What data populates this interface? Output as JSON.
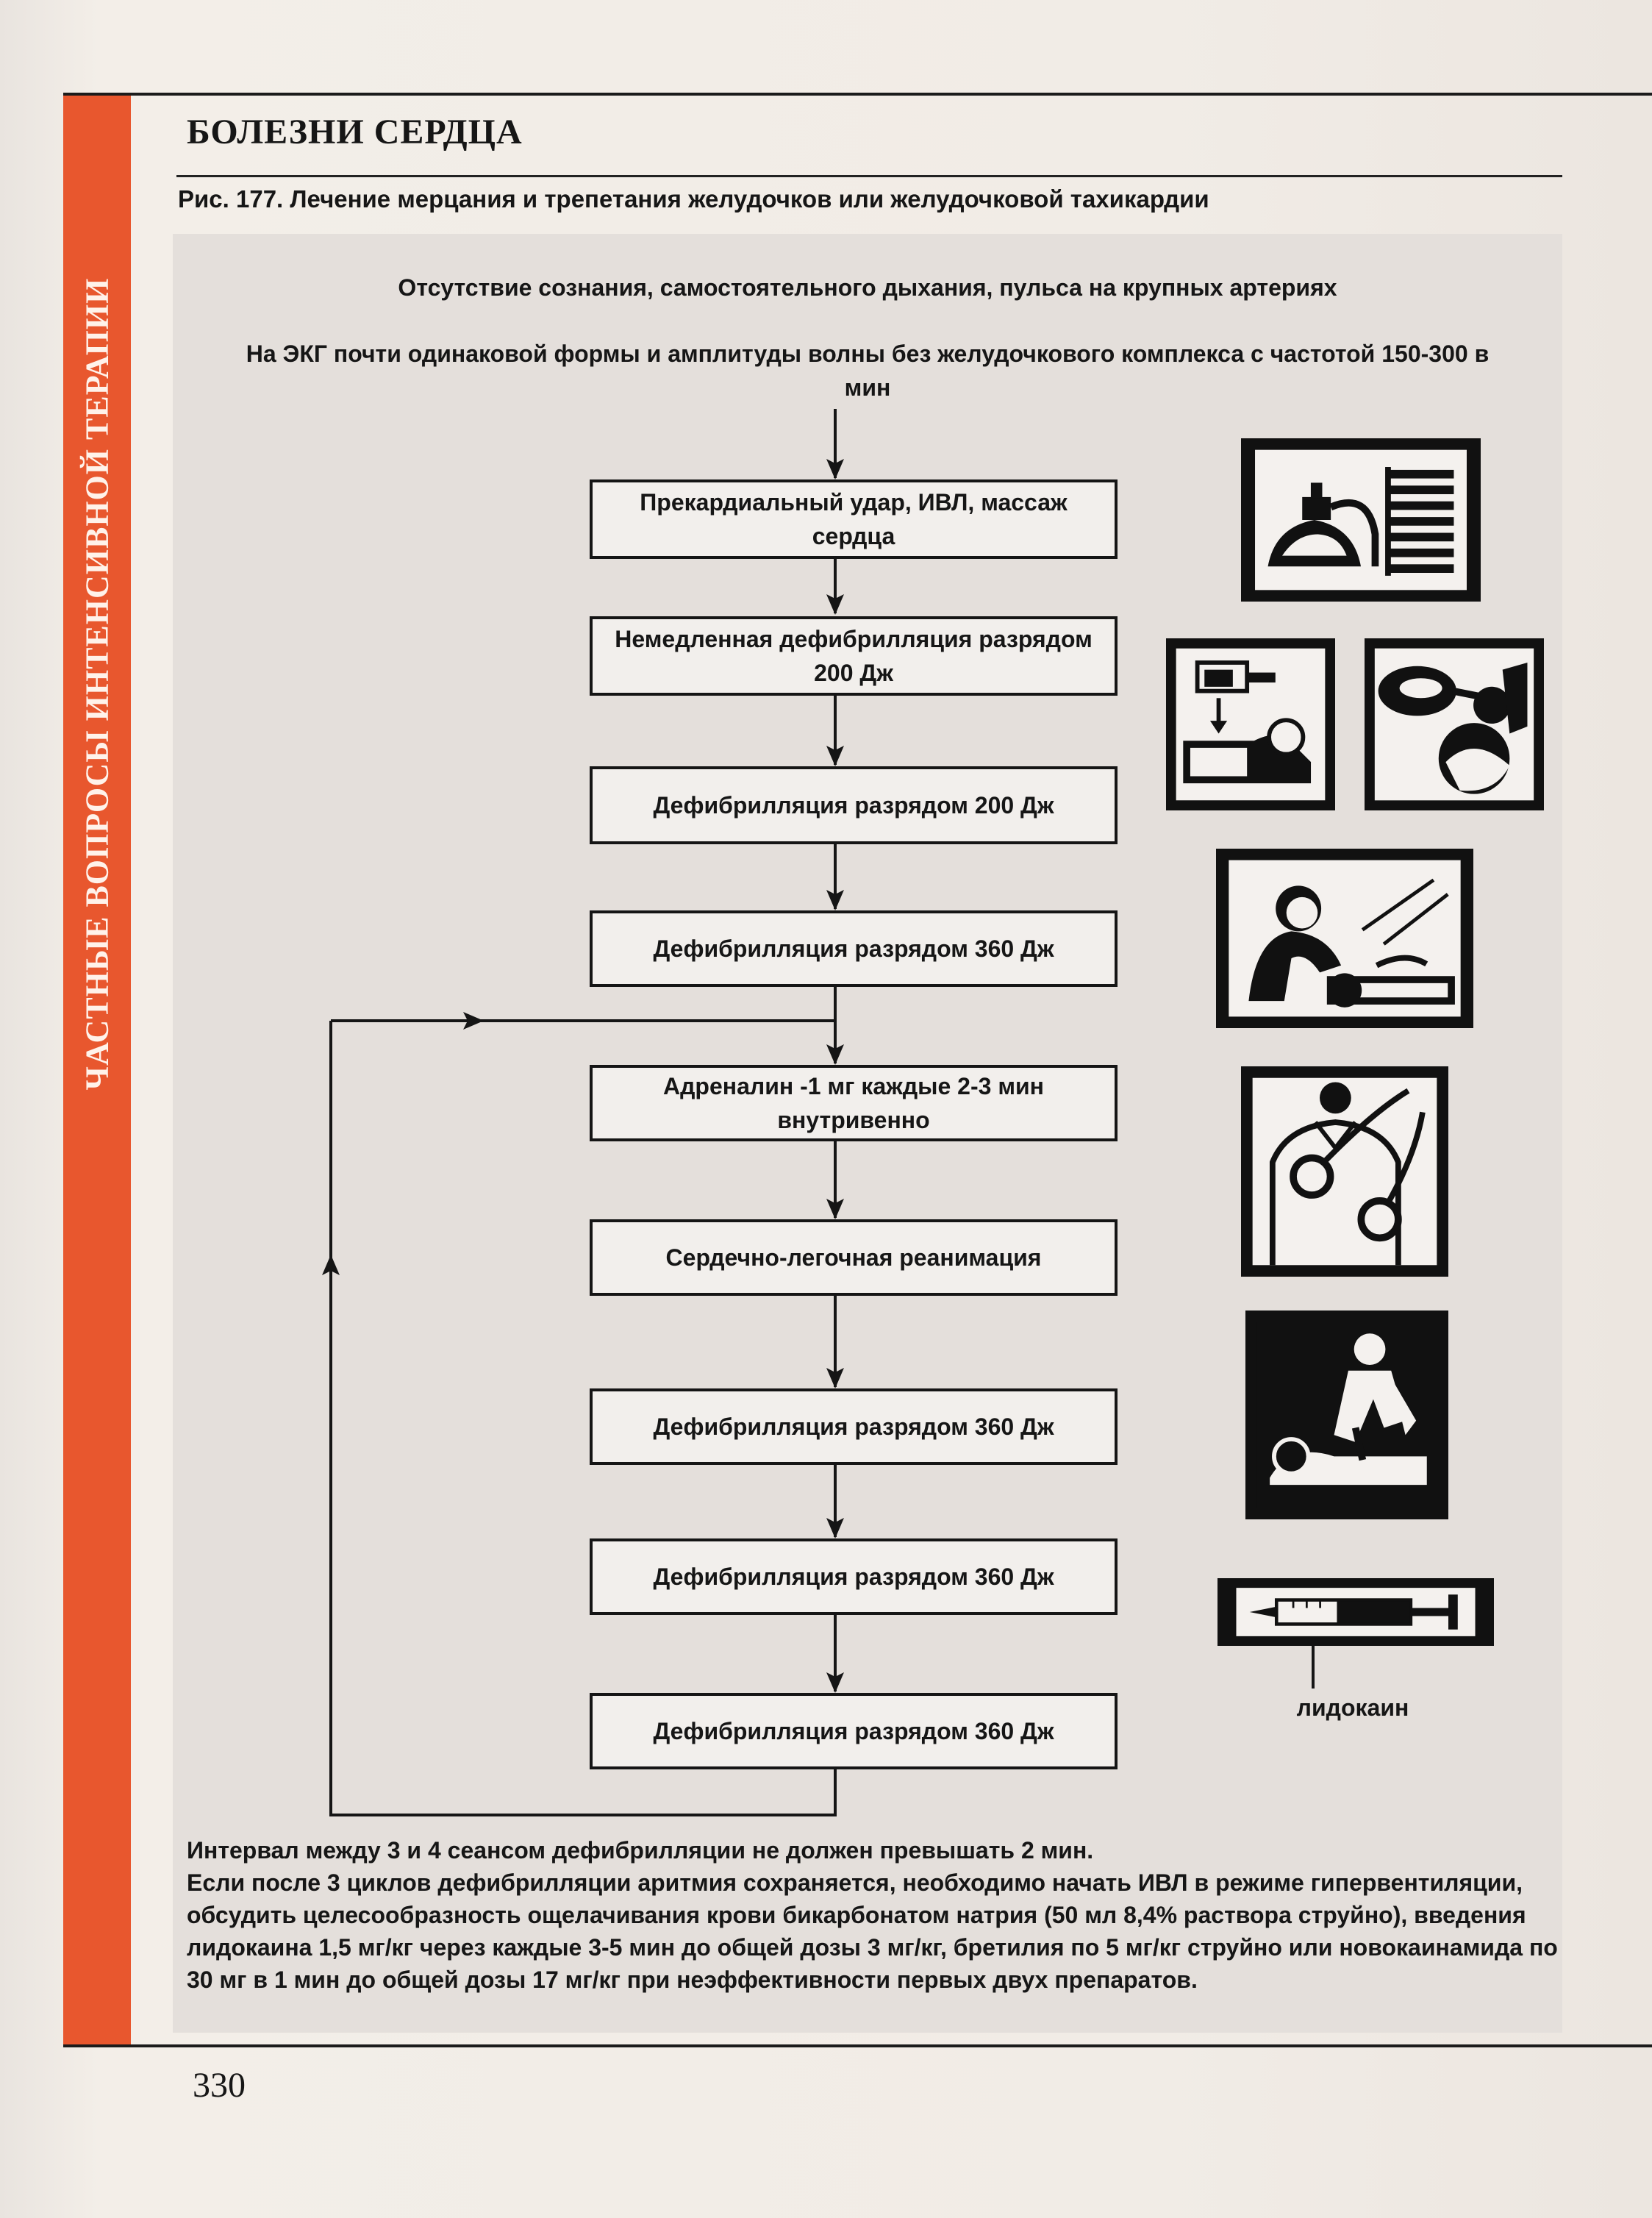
{
  "header": {
    "side_label": "ЧАСТНЫЕ ВОПРОСЫ ИНТЕНСИВНОЙ ТЕРАПИИ",
    "section_title": "БОЛЕЗНИ СЕРДЦА",
    "figure_caption": "Рис. 177. Лечение мерцания и трепетания желудочков или желудочковой тахикардии"
  },
  "intro": [
    "Отсутствие сознания, самостоятельного дыхания, пульса на крупных артериях",
    "На ЭКГ почти одинаковой формы и амплитуды волны без желудочкового комплекса с частотой 150-300 в мин"
  ],
  "steps": [
    "Прекардиальный удар, ИВЛ, массаж сердца",
    "Немедленная дефибрилляция разрядом 200 Дж",
    "Дефибрилляция разрядом 200 Дж",
    "Дефибрилляция разрядом 360 Дж",
    "Адреналин -1 мг каждые 2-3 мин внутривенно",
    "Сердечно-легочная реанимация",
    "Дефибрилляция разрядом 360 Дж",
    "Дефибрилляция разрядом 360 Дж",
    "Дефибрилляция разрядом 360 Дж"
  ],
  "pictograms": {
    "ventilator": "ventilator-bag-icon",
    "precordial_thump": "precordial-thump-icon",
    "mask": "mask-ventilation-icon",
    "mouth_to_mouth": "mouth-to-mouth-icon",
    "defibrillator": "defibrillator-paddles-icon",
    "compressions": "chest-compression-icon",
    "syringe": "syringe-icon",
    "syringe_label": "лидокаин"
  },
  "notes": [
    "Интервал между 3 и 4 сеансом дефибрилляции не должен превышать 2 мин.",
    "Если после 3 циклов дефибрилляции аритмия сохраняется, необходимо начать ИВЛ в режиме гипервентиляции, обсудить целесообразность ощелачивания крови бикарбонатом натрия (50 мл 8,4% раствора струйно), введения лидокаина 1,5 мг/кг через каждые 3-5 мин до общей дозы 3 мг/кг, бретилия по 5 мг/кг струйно или новокаинамида по 30 мг в 1 мин до общей дозы 17 мг/кг при неэффективности первых двух препаратов."
  ],
  "page_number": "330"
}
